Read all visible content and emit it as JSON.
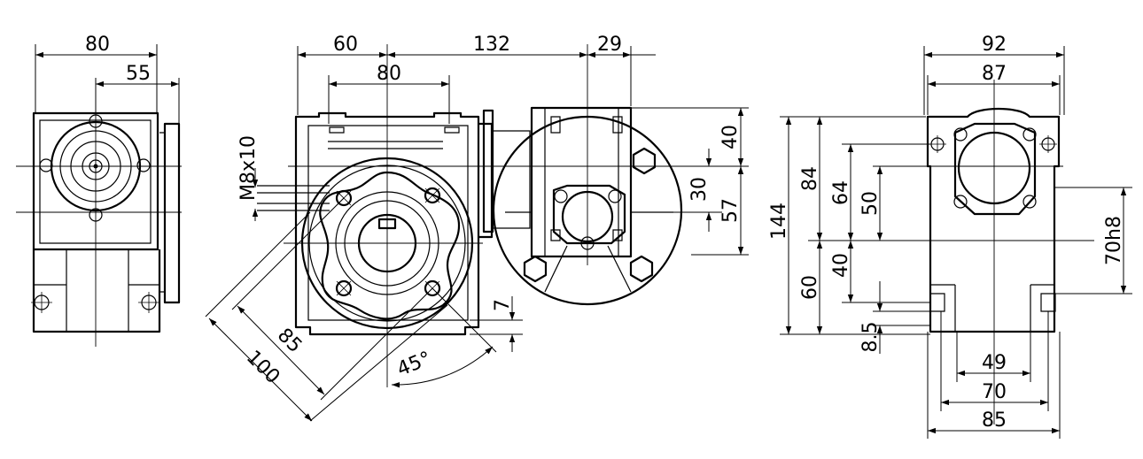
{
  "colors": {
    "line": "#000000",
    "background": "#ffffff"
  },
  "views": {
    "left_view": {
      "width_overall": "80",
      "width_partial": "55"
    },
    "front_view": {
      "width_left": "60",
      "width_center": "80",
      "length": "132",
      "flange": "29",
      "thread": "M8x10",
      "pcd_inner": "85",
      "pcd_outer": "100",
      "angle": "45°",
      "key_depth": "7",
      "height_top": "40",
      "shaft_offset": "30",
      "height_lower": "57"
    },
    "right_view": {
      "width_overall": "92",
      "width_inner": "87",
      "height_total": "144",
      "height_upper": "84",
      "hole_spacing": "64",
      "bore_offset": "50",
      "height_lower": "60",
      "base_offset": "40",
      "spigot": "70h8",
      "base_thickness": "8.5",
      "foot_inner": "49",
      "foot_mid": "70",
      "foot_outer": "85"
    }
  }
}
